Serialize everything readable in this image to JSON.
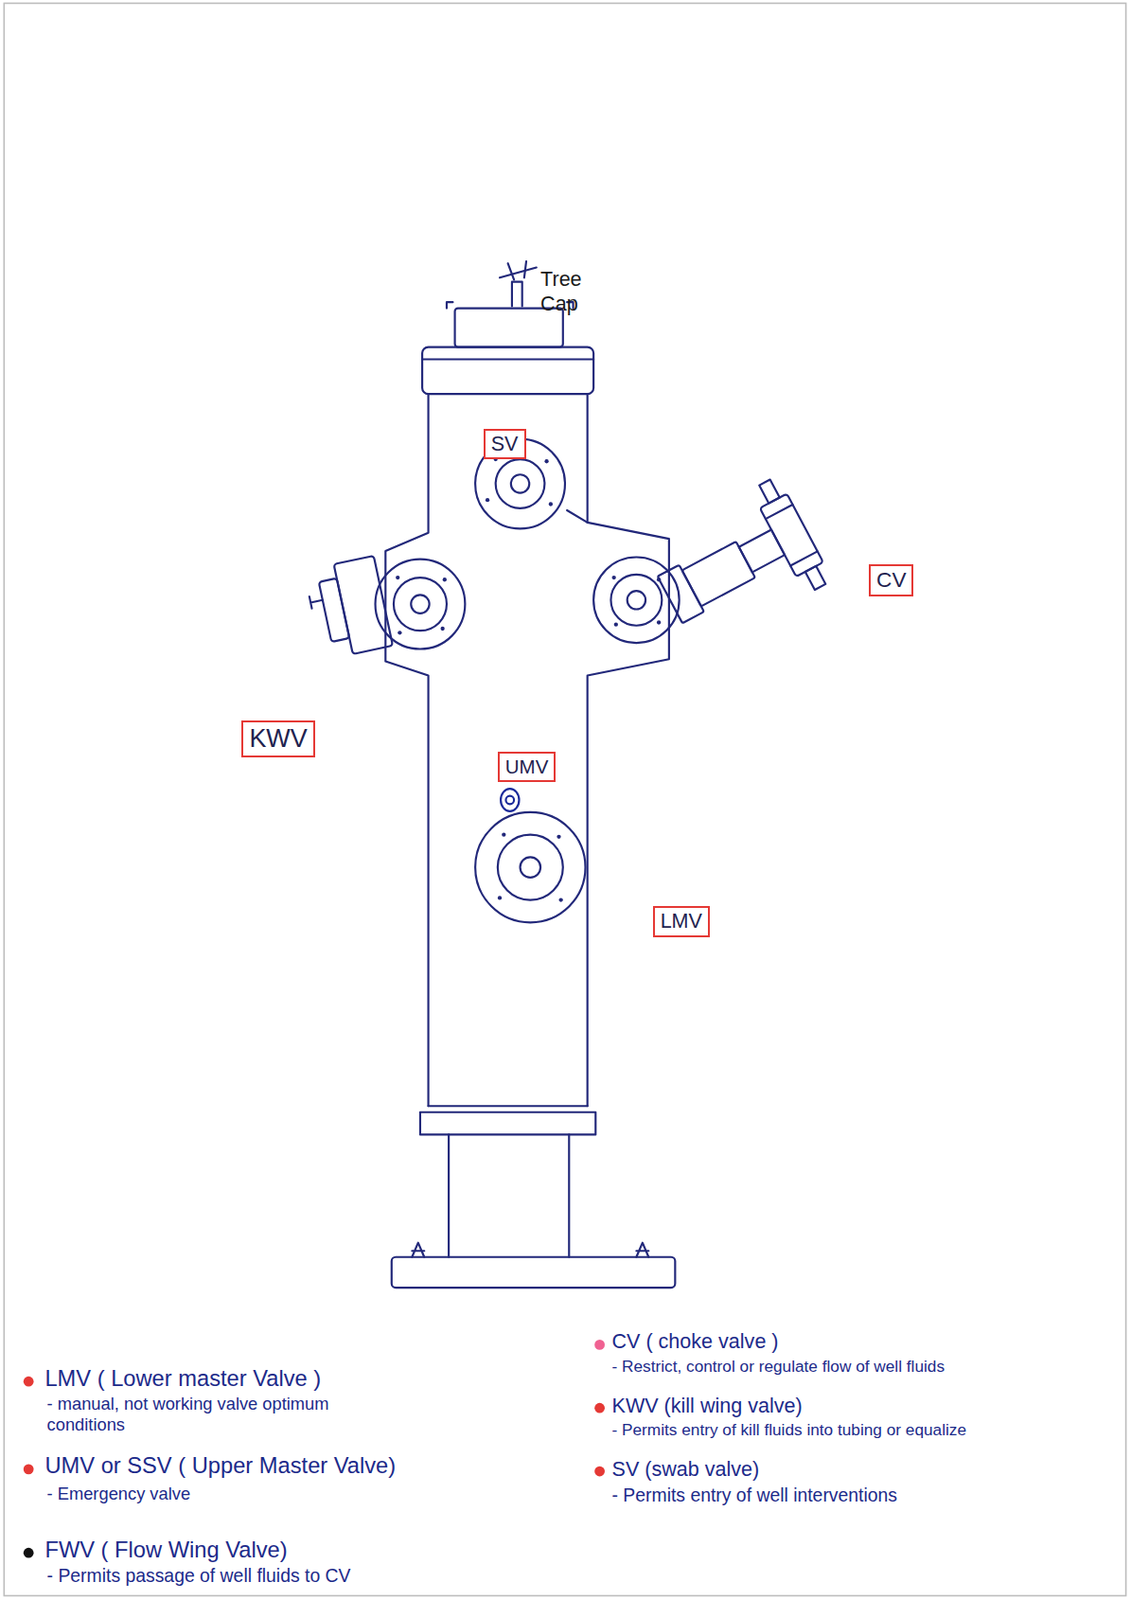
{
  "diagram": {
    "nodes": [
      {
        "text": [
          "SV"
        ]
      },
      {
        "text": [
          "CV"
        ]
      },
      {
        "text": [
          "KWV"
        ]
      },
      {
        "text": [
          "UMV"
        ]
      },
      {
        "text": [
          "LMV"
        ]
      }
    ],
    "labels": [
      "Tree Cap",
      "LMV ( Lower master Valve )",
      "- manual, not working valve optimum conditions",
      "UMV or SSV ( Upper Master Valve)",
      "- Emergency valve",
      "FWV ( Flow Wing Valve)",
      "- Permits passage of well fluids to CV",
      "CV ( choke valve )",
      "- Restrict, control or regulate flow of well fluids",
      "KWV (kill wing valve)",
      "- Permits entry of kill fluids into tubing or equalize",
      "SV (swab valve)",
      "- Permits entry of well interventions"
    ]
  }
}
